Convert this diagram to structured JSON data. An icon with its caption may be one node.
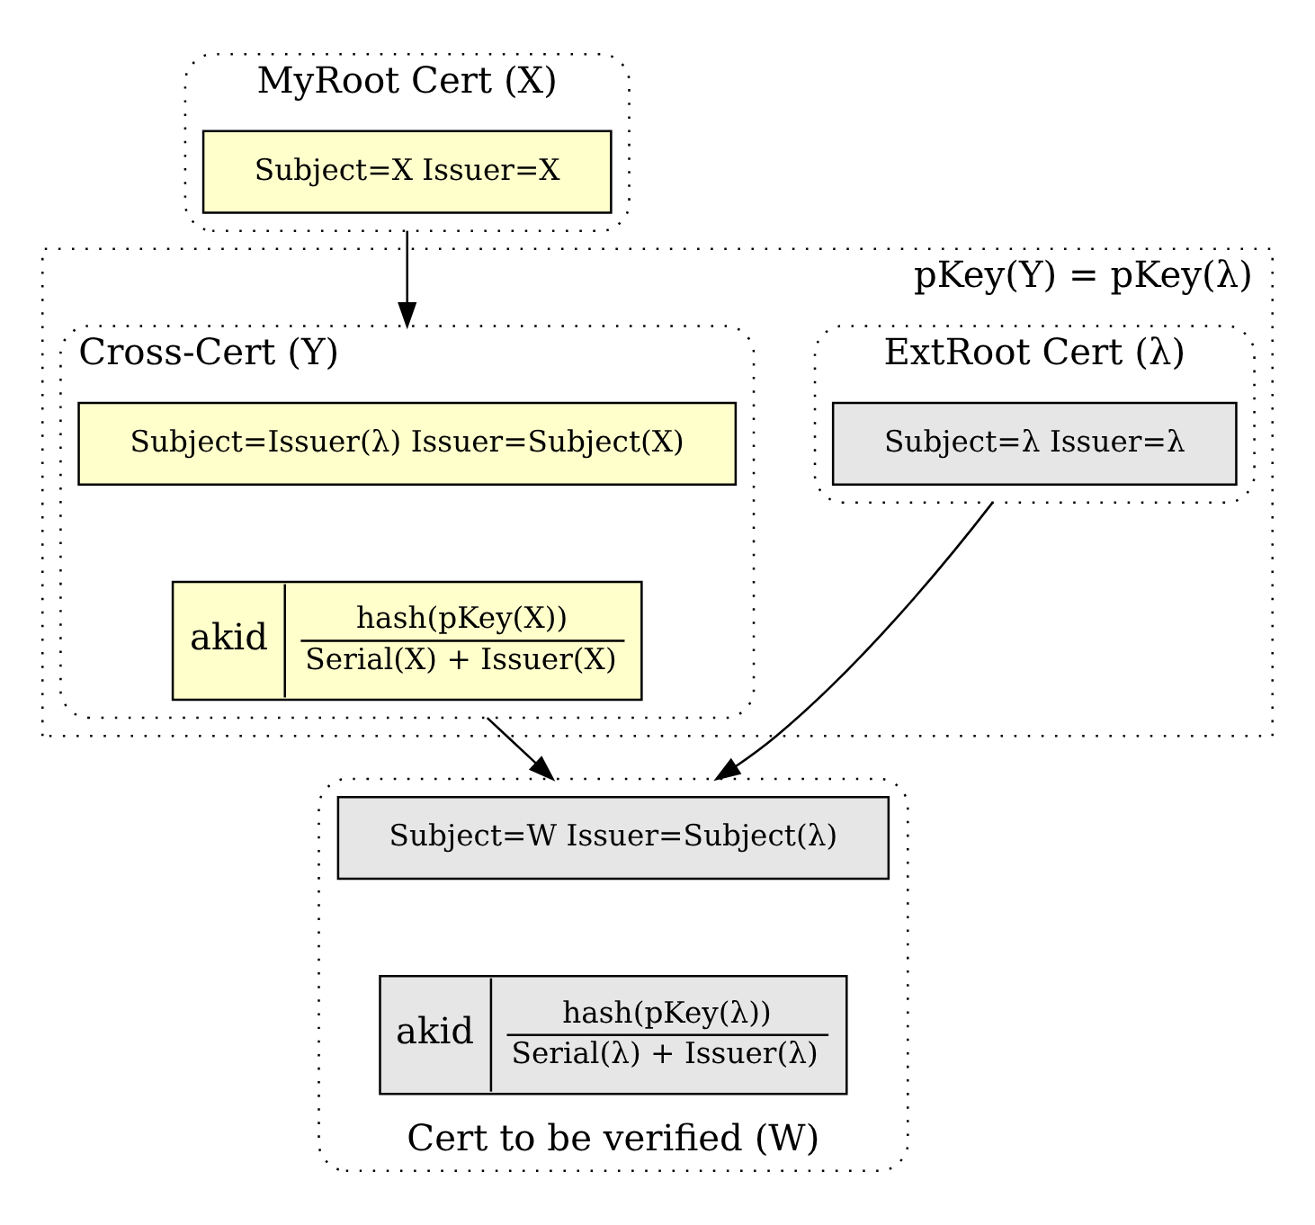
{
  "diagram": {
    "nodes": [
      {
        "text": [
          "pKey(Y) = pKey(λ)"
        ]
      },
      {
        "text": [
          "MyRoot Cert (X)"
        ]
      },
      {
        "text": [
          "Subject=X Issuer=X"
        ],
        "in": 1
      },
      {
        "text": [
          "Cross-Cert (Y)"
        ],
        "in": 0
      },
      {
        "text": [
          "Subject=Issuer(λ) Issuer=Subject(X)"
        ],
        "in": 3
      },
      {
        "text": [
          "akid",
          "hash(pKey(X))",
          "Serial(X) + Issuer(X)"
        ],
        "in": 3
      },
      {
        "text": [
          "ExtRoot Cert (λ)"
        ],
        "in": 0
      },
      {
        "text": [
          "Subject=λ Issuer=λ"
        ],
        "in": 6
      },
      {
        "text": [
          "Cert to be verified (W)"
        ]
      },
      {
        "text": [
          "Subject=W Issuer=Subject(λ)"
        ],
        "in": 8
      },
      {
        "text": [
          "akid",
          "hash(pKey(λ))",
          "Serial(λ) + Issuer(λ)"
        ],
        "in": 8
      }
    ],
    "edges": [
      {
        "from": 1,
        "to": 3,
        "arrow": "to"
      },
      {
        "from": 3,
        "to": 8,
        "arrow": "to"
      },
      {
        "from": 6,
        "to": 8,
        "arrow": "to"
      }
    ]
  }
}
